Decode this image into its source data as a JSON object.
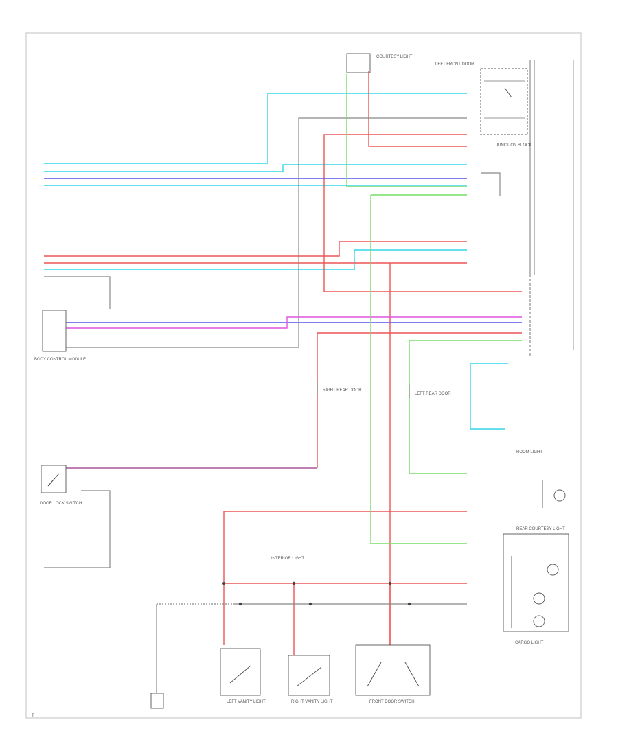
{
  "labels": {
    "courtesy_light_top": "COURTESY LIGHT",
    "body_control_module": "BODY CONTROL MODULE",
    "door_lock_sw": "DOOR LOCK SWITCH",
    "right_rear_door": "RIGHT REAR DOOR",
    "front_door_sw": "FRONT DOOR SWITCH",
    "left_rear_door": "LEFT REAR DOOR",
    "left_front_door": "LEFT FRONT DOOR",
    "interior_light": "INTERIOR LIGHT",
    "right_vanity": "RIGHT VANITY LIGHT",
    "left_vanity": "LEFT VANITY LIGHT",
    "room_light": "ROOM LIGHT",
    "cargo_light": "CARGO LIGHT",
    "junction_block": "JUNCTION BLOCK",
    "rear_courtesy": "REAR COURTESY LIGHT",
    "page_code": "T"
  },
  "wire_colors": {
    "ltblu": "#33d6e6",
    "red": "#ee5555",
    "vio": "#5555ee",
    "pnk": "#e055e0",
    "grn": "#77dd66",
    "gry": "#888888",
    "brn": "#aa5599"
  }
}
